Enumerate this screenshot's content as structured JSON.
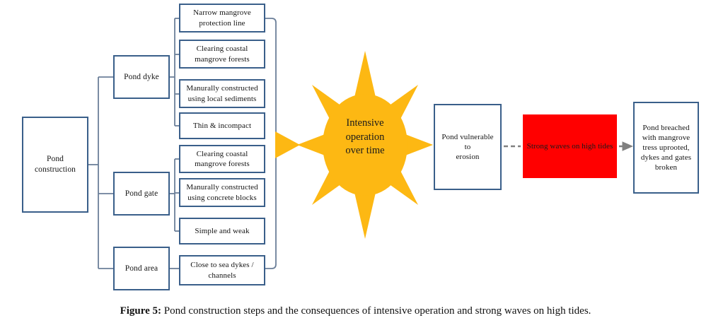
{
  "figure": {
    "caption_label": "Figure 5:",
    "caption_text": " Pond construction steps and the consequences of intensive operation and strong waves on high tides."
  },
  "colors": {
    "box_border": "#3A5F8A",
    "connector": "#6B7F99",
    "sun_fill": "#FDB813",
    "hazard_fill": "#FF0000",
    "dashed_arrow": "#808080",
    "text": "#141414"
  },
  "diagram": {
    "root": {
      "label": "Pond\nconstruction"
    },
    "branches": [
      {
        "id": "pond-dyke",
        "label": "Pond dyke",
        "leaves": [
          "Narrow mangrove\nprotection  line",
          "Clearing  coastal\nmangrove  forests",
          "Manurally  constructed\nusing  local sediments",
          "Thin  &  incompact"
        ]
      },
      {
        "id": "pond-gate",
        "label": "Pond gate",
        "leaves": [
          "Clearing  coastal\nmangrove  forests",
          "Manurally  constructed\nusing  concrete blocks",
          "Simple  and weak"
        ]
      },
      {
        "id": "pond-area",
        "label": "Pond area",
        "leaves": [
          "Close to sea dykes /\nchannels"
        ]
      }
    ],
    "leaves_flat": [
      "Narrow mangrove\nprotection  line",
      "Clearing  coastal\nmangrove  forests",
      "Manurally  constructed\nusing  local sediments",
      "Thin  &  incompact",
      "Clearing  coastal\nmangrove  forests",
      "Manurally  constructed\nusing  concrete blocks",
      "Simple  and weak",
      "Close to sea dykes /\nchannels"
    ],
    "sun": {
      "label": "Intensive\noperation\nover time",
      "rays": 8
    },
    "outcome_chain": [
      {
        "id": "pond-vulnerable",
        "label": "Pond vulnerable  to\nerosion",
        "style": "outline"
      },
      {
        "id": "strong-waves",
        "label": "Strong  waves on high  tides",
        "style": "hazard"
      },
      {
        "id": "pond-breached",
        "label": "Pond breached\nwith mangrove\ntress uprooted,\ndykes and gates\nbroken",
        "style": "outline"
      }
    ]
  }
}
